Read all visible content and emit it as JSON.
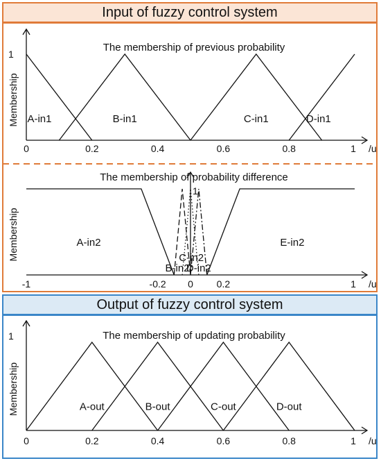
{
  "input_header": "Input of fuzzy control system",
  "output_header": "Output of fuzzy control system",
  "colors": {
    "orange": "#e07b39",
    "orange_fill": "#fbe5d6",
    "blue": "#3a86c8",
    "blue_fill": "#dceaf5"
  },
  "charts": [
    {
      "id": "previous",
      "title": "The membership of previous probability",
      "ylabel": "Membership",
      "ymax_label": "1",
      "x_unit": "/u",
      "xlim": [
        0,
        1
      ],
      "ticks": [
        {
          "v": 0,
          "label": "0"
        },
        {
          "v": 0.2,
          "label": "0.2"
        },
        {
          "v": 0.4,
          "label": "0.4"
        },
        {
          "v": 0.6,
          "label": "0.6"
        },
        {
          "v": 0.8,
          "label": "0.8"
        },
        {
          "v": 1,
          "label": "1"
        }
      ],
      "sets": [
        {
          "name": "A-in1",
          "points": [
            [
              0,
              1
            ],
            [
              0.2,
              0
            ]
          ],
          "label_x": 0.04,
          "label_y": 0.25
        },
        {
          "name": "B-in1",
          "points": [
            [
              0.1,
              0
            ],
            [
              0.3,
              1
            ],
            [
              0.5,
              0
            ]
          ],
          "label_x": 0.3,
          "label_y": 0.25
        },
        {
          "name": "C-in1",
          "points": [
            [
              0.5,
              0
            ],
            [
              0.7,
              1
            ],
            [
              0.9,
              0
            ]
          ],
          "label_x": 0.7,
          "label_y": 0.25
        },
        {
          "name": "D-in1",
          "points": [
            [
              0.8,
              0
            ],
            [
              1,
              1
            ]
          ],
          "label_x": 0.89,
          "label_y": 0.25
        }
      ]
    },
    {
      "id": "difference",
      "title": "The membership of probability difference",
      "ylabel": "Membership",
      "ymax_label": "1",
      "x_unit": "/u",
      "xlim": [
        -1,
        1
      ],
      "ticks": [
        {
          "v": -1,
          "label": "-1"
        },
        {
          "v": -0.2,
          "label": "-0.2"
        },
        {
          "v": 0,
          "label": "0"
        },
        {
          "v": 0.2,
          "label": "0.2"
        },
        {
          "v": 1,
          "label": "1"
        }
      ],
      "sets": [
        {
          "name": "A-in2",
          "points": [
            [
              -1,
              1
            ],
            [
              -0.3,
              1
            ],
            [
              -0.1,
              0
            ]
          ],
          "label_x": -0.62,
          "label_y": 0.38
        },
        {
          "name": "B-in2",
          "points": [
            [
              -0.1,
              0
            ],
            [
              -0.05,
              1
            ],
            [
              0,
              0
            ]
          ],
          "style": "dash",
          "label_x": -0.08,
          "label_y": 0.08
        },
        {
          "name": "C-in2",
          "points": [
            [
              -0.05,
              0
            ],
            [
              0,
              1
            ],
            [
              0.05,
              0
            ]
          ],
          "style": "dot",
          "label_x": 0.005,
          "label_y": 0.2
        },
        {
          "name": "D-in2",
          "points": [
            [
              0,
              0
            ],
            [
              0.05,
              1
            ],
            [
              0.1,
              0
            ]
          ],
          "style": "dashdot",
          "label_x": 0.05,
          "label_y": 0.08
        },
        {
          "name": "E-in2",
          "points": [
            [
              0.1,
              0
            ],
            [
              0.3,
              1
            ],
            [
              1,
              1
            ]
          ],
          "label_x": 0.62,
          "label_y": 0.38
        }
      ]
    },
    {
      "id": "updating",
      "title": "The membership of updating probability",
      "ylabel": "Membership",
      "ymax_label": "1",
      "x_unit": "/u",
      "xlim": [
        0,
        1
      ],
      "ticks": [
        {
          "v": 0,
          "label": "0"
        },
        {
          "v": 0.2,
          "label": "0.2"
        },
        {
          "v": 0.4,
          "label": "0.4"
        },
        {
          "v": 0.6,
          "label": "0.6"
        },
        {
          "v": 0.8,
          "label": "0.8"
        },
        {
          "v": 1,
          "label": "1"
        }
      ],
      "sets": [
        {
          "name": "A-out",
          "points": [
            [
              0,
              0
            ],
            [
              0.2,
              1
            ],
            [
              0.4,
              0
            ]
          ],
          "label_x": 0.2,
          "label_y": 0.27
        },
        {
          "name": "B-out",
          "points": [
            [
              0.2,
              0
            ],
            [
              0.4,
              1
            ],
            [
              0.6,
              0
            ]
          ],
          "label_x": 0.4,
          "label_y": 0.27
        },
        {
          "name": "C-out",
          "points": [
            [
              0.4,
              0
            ],
            [
              0.6,
              1
            ],
            [
              0.8,
              0
            ]
          ],
          "label_x": 0.6,
          "label_y": 0.27
        },
        {
          "name": "D-out",
          "points": [
            [
              0.6,
              0
            ],
            [
              0.8,
              1
            ],
            [
              1,
              0
            ]
          ],
          "label_x": 0.8,
          "label_y": 0.27
        }
      ]
    }
  ]
}
